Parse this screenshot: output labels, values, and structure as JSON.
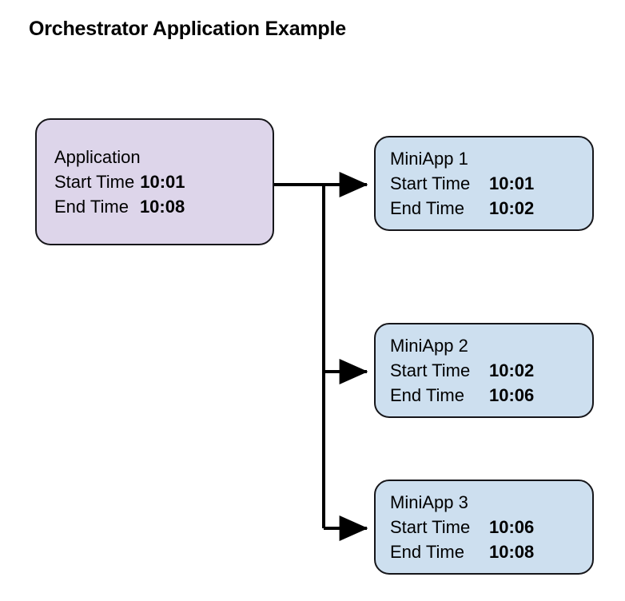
{
  "title": "Orchestrator Application Example",
  "colors": {
    "background": "#ffffff",
    "application_fill": "#DDD5EA",
    "miniapp_fill": "#CDDFEF",
    "stroke": "#16161a",
    "connector": "#000000"
  },
  "labels": {
    "start_time": "Start Time",
    "end_time": "End Time"
  },
  "application": {
    "name": "Application",
    "start_time": "10:01",
    "end_time": "10:08"
  },
  "miniapps": [
    {
      "name": "MiniApp 1",
      "start_time": "10:01",
      "end_time": "10:02"
    },
    {
      "name": "MiniApp 2",
      "start_time": "10:02",
      "end_time": "10:06"
    },
    {
      "name": "MiniApp 3",
      "start_time": "10:06",
      "end_time": "10:08"
    }
  ],
  "connectors": [
    {
      "from": "Application",
      "to": "MiniApp 1",
      "arrow": "arrowhead-icon"
    },
    {
      "from": "Application",
      "to": "MiniApp 2",
      "arrow": "arrowhead-icon"
    },
    {
      "from": "Application",
      "to": "MiniApp 3",
      "arrow": "arrowhead-icon"
    }
  ]
}
